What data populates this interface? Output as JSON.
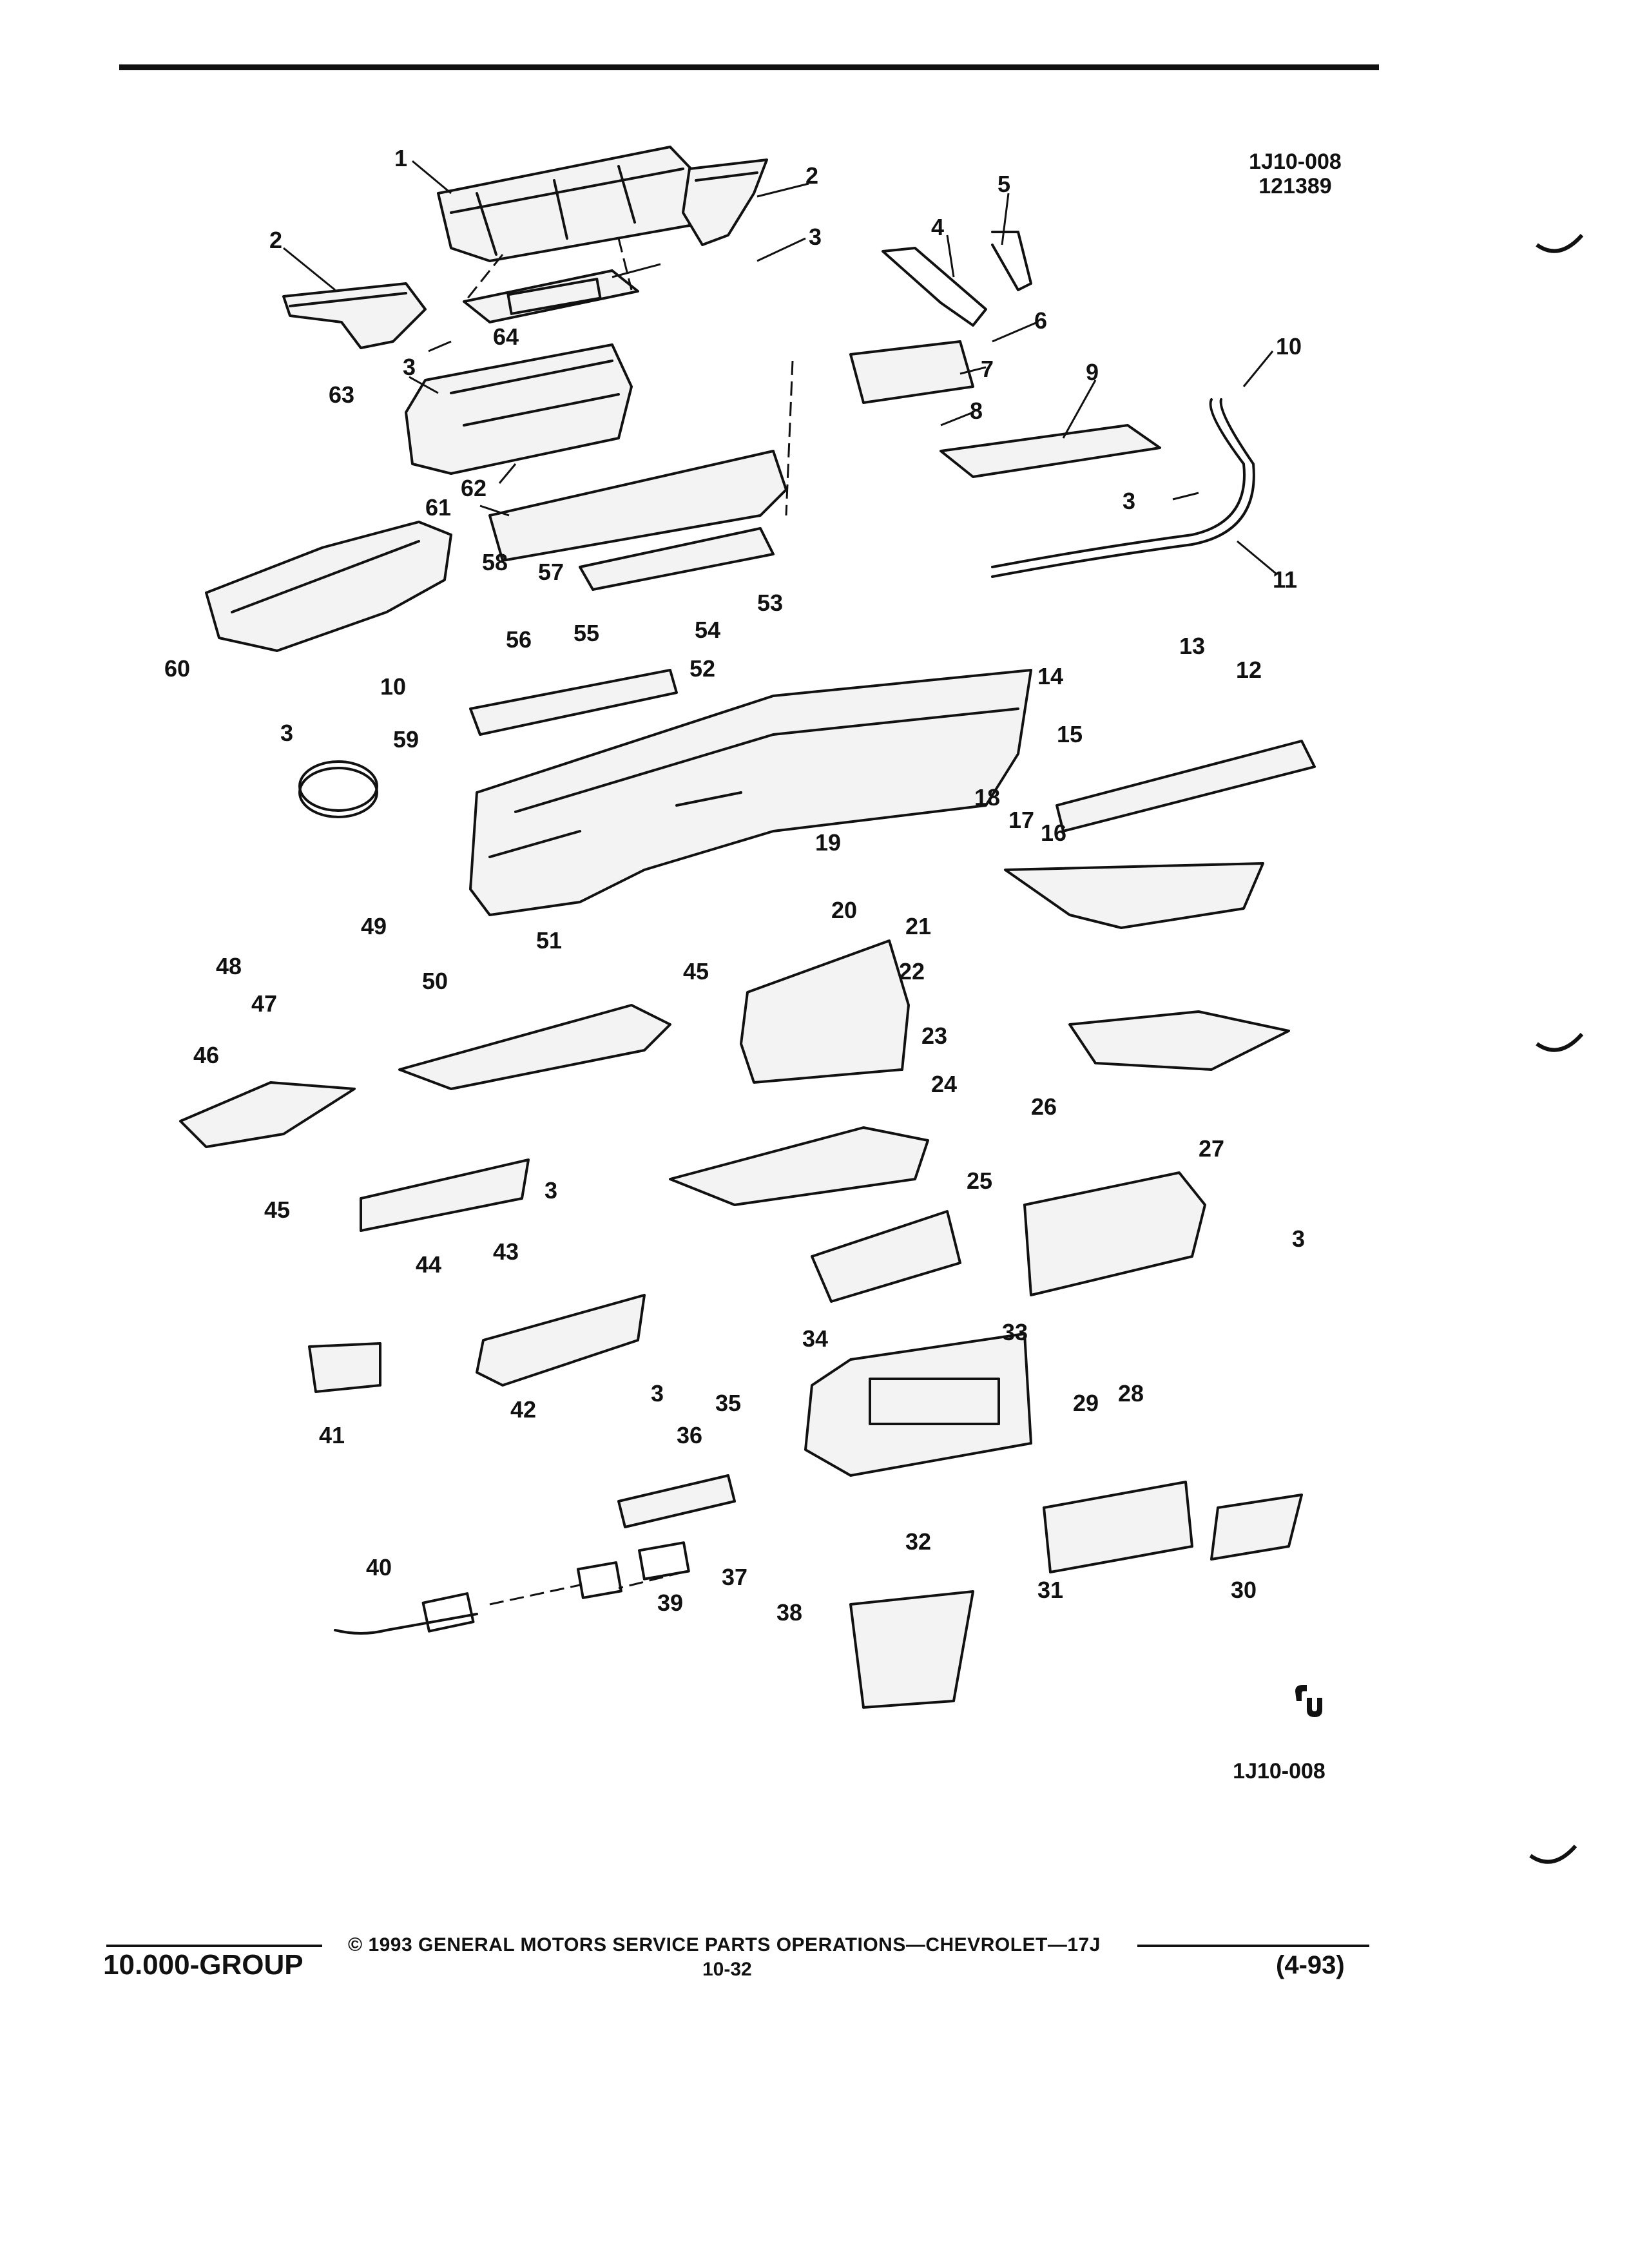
{
  "header": {
    "figure_code": "1J10-008",
    "figure_date": "121389"
  },
  "callouts": [
    "1",
    "2",
    "2",
    "3",
    "3",
    "4",
    "5",
    "6",
    "7",
    "8",
    "9",
    "10",
    "10",
    "3",
    "11",
    "12",
    "13",
    "14",
    "15",
    "16",
    "17",
    "18",
    "19",
    "20",
    "21",
    "22",
    "23",
    "24",
    "25",
    "26",
    "27",
    "3",
    "28",
    "29",
    "30",
    "31",
    "32",
    "33",
    "34",
    "35",
    "36",
    "37",
    "38",
    "39",
    "40",
    "41",
    "42",
    "3",
    "43",
    "44",
    "45",
    "45",
    "3",
    "46",
    "47",
    "48",
    "49",
    "50",
    "51",
    "52",
    "53",
    "54",
    "55",
    "56",
    "57",
    "58",
    "59",
    "3",
    "60",
    "61",
    "62",
    "63",
    "64"
  ],
  "figure_footer_code": "1J10-008",
  "logo_mark": "GM service mark",
  "footer": {
    "copyright": "© 1993 GENERAL MOTORS SERVICE PARTS OPERATIONS—CHEVROLET—17J",
    "group": "10.000-GROUP",
    "page": "10-32",
    "revision": "(4-93)"
  }
}
